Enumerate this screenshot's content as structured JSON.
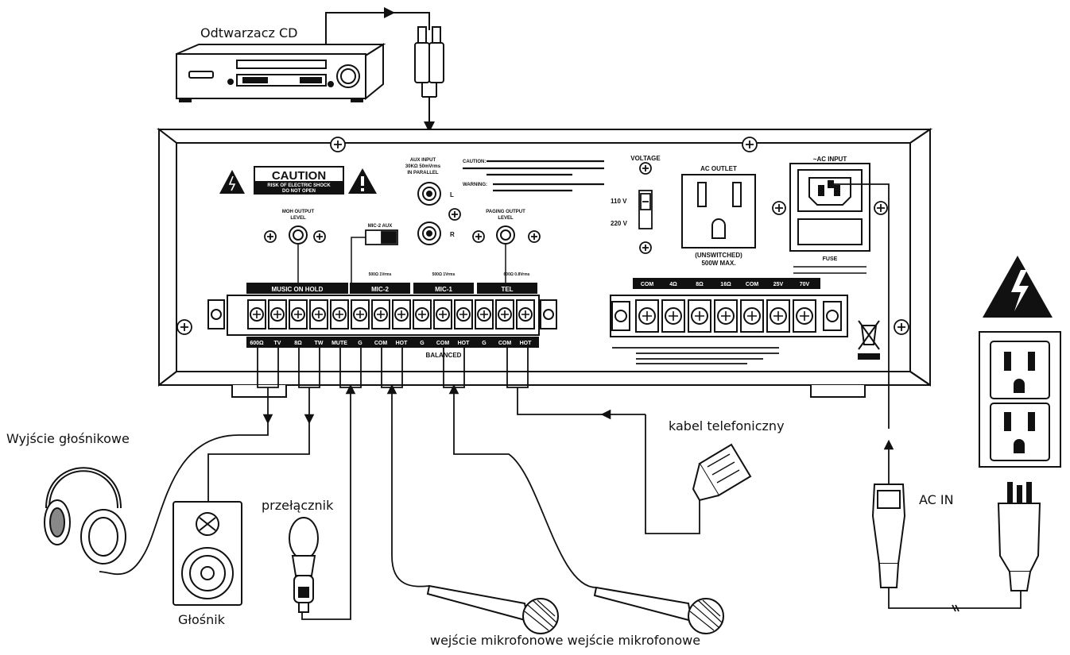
{
  "labels": {
    "cd_player": "Odtwarzacz CD",
    "speaker_output": "Wyjście głośnikowe",
    "speaker": "Głośnik",
    "switch": "przełącznik",
    "mic_inputs": "wejście mikrofonowe wejście mikrofonowe",
    "phone_cable": "kabel telefoniczny",
    "ac_in": "AC IN"
  },
  "panel": {
    "caution_title": "CAUTION",
    "caution_sub1": "RISK OF ELECTRIC SHOCK",
    "caution_sub2": "DO NOT OPEN",
    "moh_level": "MOH OUTPUT",
    "moh_level2": "LEVEL",
    "paging_level": "PAGING OUTPUT",
    "paging_level2": "LEVEL",
    "aux_input": "AUX INPUT",
    "aux_input2": "30KΩ 50mVrms",
    "aux_input3": "IN PARALLEL",
    "jack_l": "L",
    "jack_r": "R",
    "caution_text": "CAUTION:",
    "warning_text": "WARNING:",
    "voltage": "VOLTAGE",
    "v110": "110 V",
    "v220": "220 V",
    "ac_outlet": "AC OUTLET",
    "unswitched": "(UNSWITCHED)",
    "max_power": "500W MAX.",
    "ac_input": "~AC INPUT",
    "fuse": "FUSE",
    "mic2_aux": "MIC-2  AUX",
    "terminal_groups": [
      "MUSIC ON HOLD",
      "MIC-2",
      "MIC-1",
      "TEL"
    ],
    "group_specs": [
      "500Ω 1Vrms",
      "500Ω 1Vrms",
      "600Ω 0.8Vrms"
    ],
    "terminal_labels": [
      "600Ω",
      "TV",
      "8Ω",
      "TW",
      "MUTE",
      "G",
      "COM",
      "HOT",
      "G",
      "COM",
      "HOT",
      "G",
      "COM",
      "HOT"
    ],
    "balanced": "BALANCED",
    "speaker_terminals": [
      "COM",
      "4Ω",
      "8Ω",
      "16Ω",
      "COM",
      "25V",
      "70V"
    ]
  }
}
